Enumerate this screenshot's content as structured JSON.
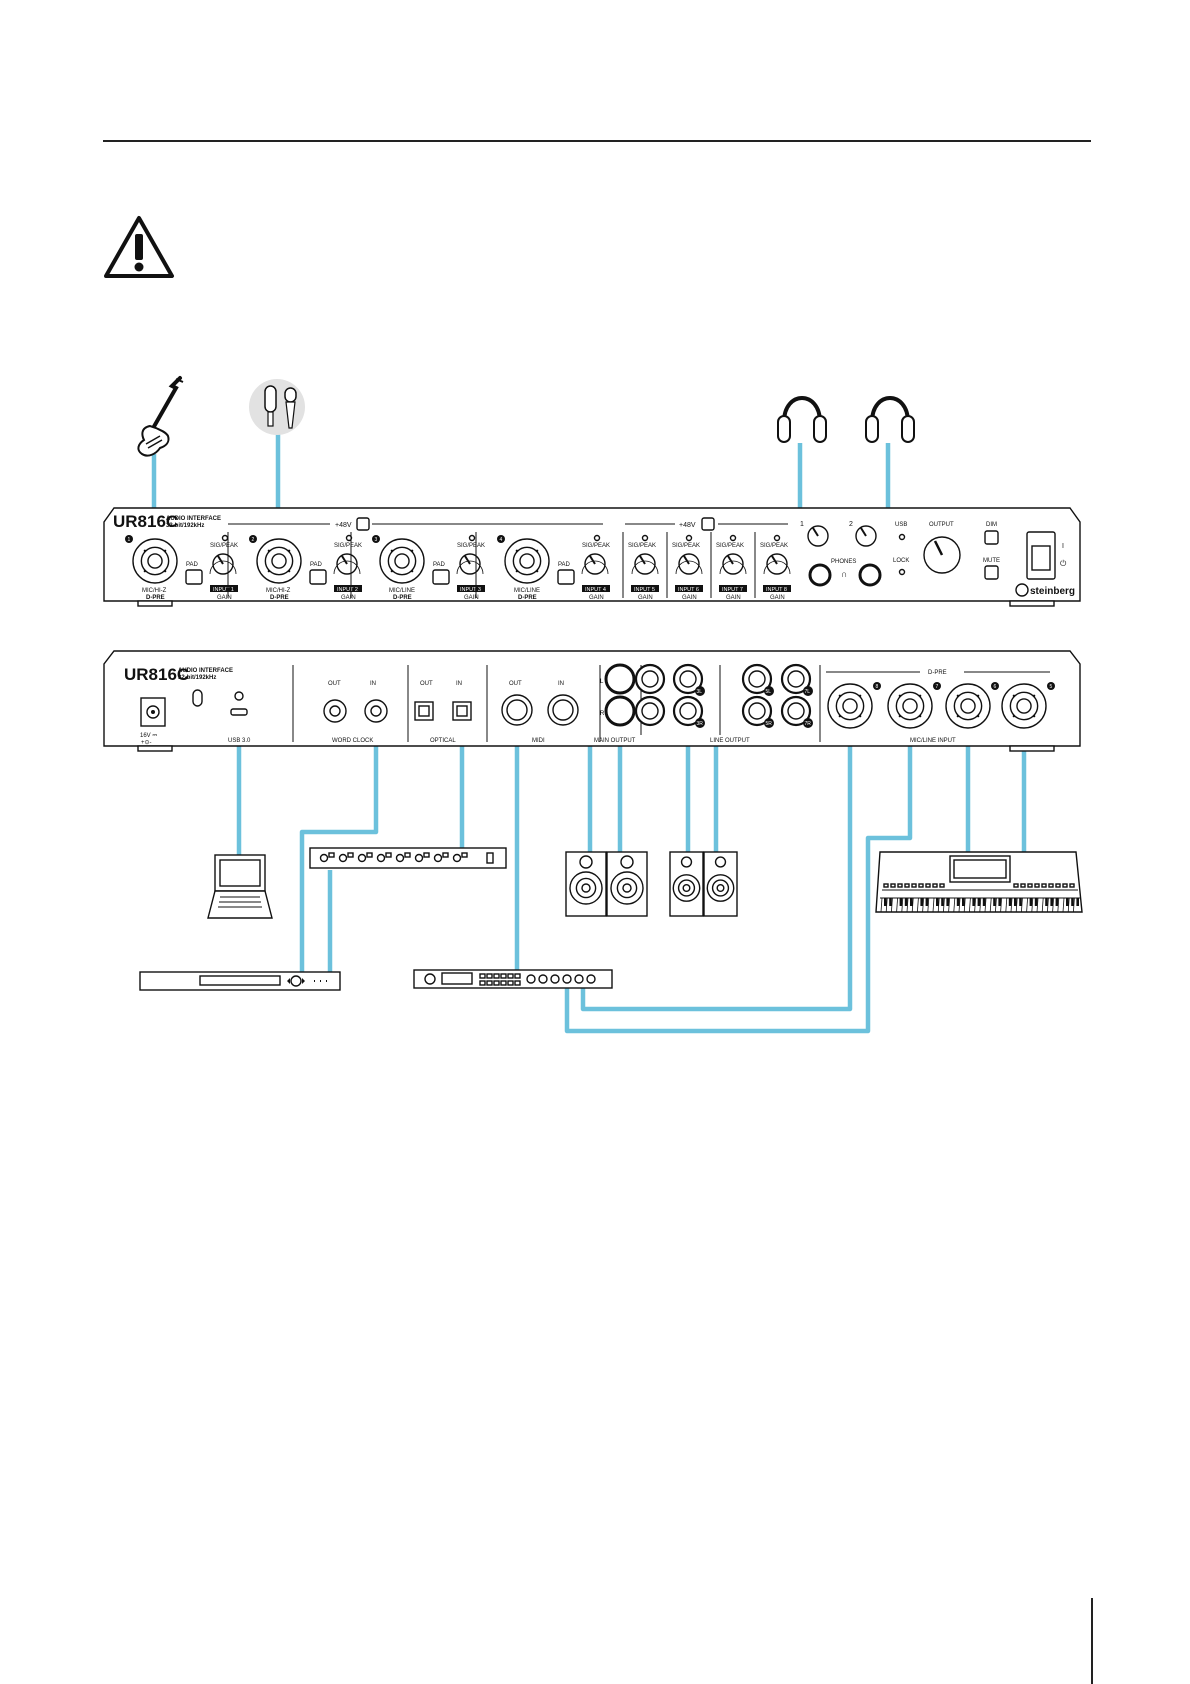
{
  "colors": {
    "cable": "#6cc1dc",
    "line": "#111111"
  },
  "icons": {
    "warning": "warning-triangle-icon"
  },
  "front_panel": {
    "model": "UR816C",
    "subtitle1": "AUDIO INTERFACE",
    "subtitle2": "32-bit/192kHz",
    "phantom_label_1": "+48V",
    "phantom_label_2": "+48V",
    "sig_peak": "SIG/PEAK",
    "pad": "PAD",
    "channels": [
      {
        "num": "1",
        "type": "MIC/HI-Z",
        "pre": "D-PRE",
        "input": "INPUT 1",
        "gain": "GAIN"
      },
      {
        "num": "2",
        "type": "MIC/HI-Z",
        "pre": "D-PRE",
        "input": "INPUT 2",
        "gain": "GAIN"
      },
      {
        "num": "3",
        "type": "MIC/LINE",
        "pre": "D-PRE",
        "input": "INPUT 3",
        "gain": "GAIN"
      },
      {
        "num": "4",
        "type": "MIC/LINE",
        "pre": "D-PRE",
        "input": "INPUT 4",
        "gain": "GAIN"
      }
    ],
    "line_channels": [
      {
        "input": "INPUT 5",
        "gain": "GAIN"
      },
      {
        "input": "INPUT 6",
        "gain": "GAIN"
      },
      {
        "input": "INPUT 7",
        "gain": "GAIN"
      },
      {
        "input": "INPUT 8",
        "gain": "GAIN"
      }
    ],
    "phones_1": "1",
    "phones_2": "2",
    "phones": "PHONES",
    "usb": "USB",
    "lock": "LOCK",
    "output": "OUTPUT",
    "dim": "DIM",
    "mute": "MUTE",
    "brand": "steinberg",
    "power_on": "I",
    "power_standby": "⏻"
  },
  "rear_panel": {
    "model": "UR816C",
    "subtitle1": "AUDIO INTERFACE",
    "subtitle2": "32-bit/192kHz",
    "dc_label": "16V ⎓",
    "usb_label": "USB 3.0",
    "out": "OUT",
    "in": "IN",
    "word_clock": "WORD CLOCK",
    "optical": "OPTICAL",
    "midi": "MIDI",
    "main_output": "MAIN OUTPUT",
    "main_l": "L",
    "main_r": "R",
    "line_output": "LINE OUTPUT",
    "line_jacks_top": [
      "3L",
      "5L",
      "7L"
    ],
    "line_jacks_bottom": [
      "3R",
      "5R",
      "7R"
    ],
    "dpre": "D-PRE",
    "mic_line_input": "MIC/LINE INPUT",
    "input_nums": [
      "8",
      "7",
      "6",
      "5"
    ]
  }
}
